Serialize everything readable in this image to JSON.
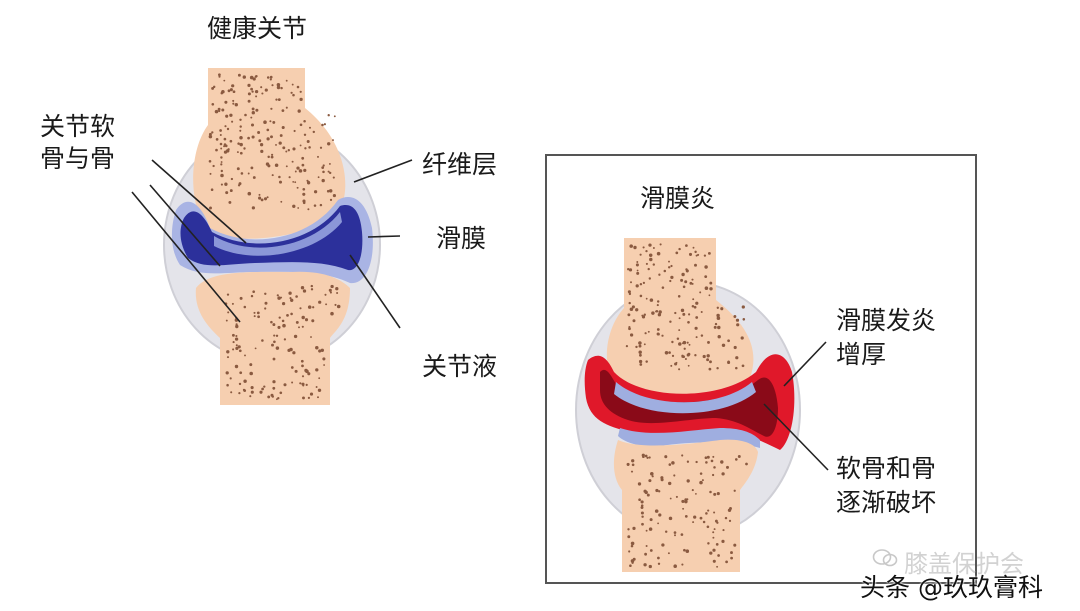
{
  "healthy": {
    "title": "健康关节",
    "label_cartilage": [
      "关节软",
      "骨与骨"
    ],
    "label_fibrous": "纤维层",
    "label_synovium": "滑膜",
    "label_fluid": "关节液"
  },
  "inflamed": {
    "title": "滑膜炎",
    "label_thickened": [
      "滑膜发炎",
      "增厚"
    ],
    "label_destruction": [
      "软骨和骨",
      "逐渐破坏"
    ]
  },
  "watermark": "膝盖保护会",
  "credit": "头条 @玖玖膏科",
  "colors": {
    "bone": "#f6cfb0",
    "capsule": "#e3e3e8",
    "synovium_blue": "#9faee0",
    "fluid_navy": "#2a2f99",
    "inflamed_red": "#e0182a",
    "inflamed_dark": "#8a0a18"
  }
}
